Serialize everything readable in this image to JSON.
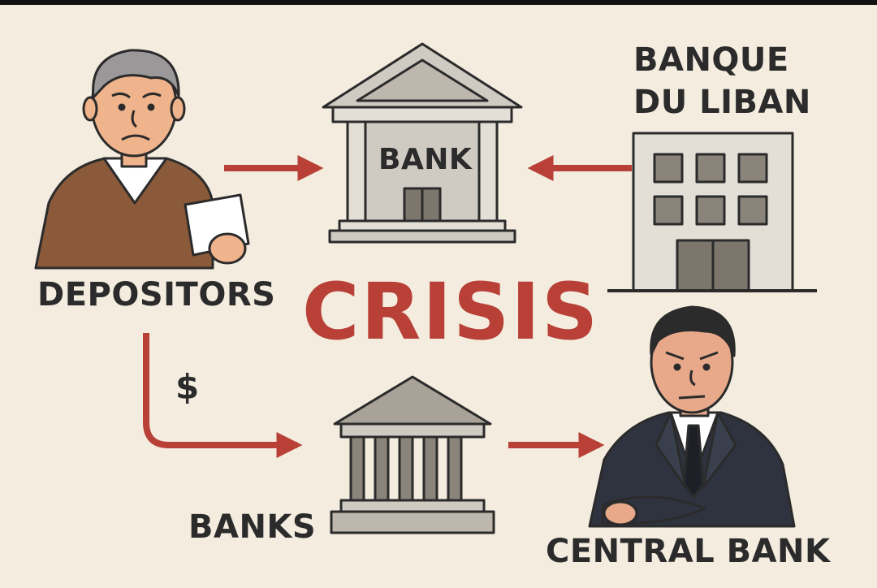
{
  "labels": {
    "depositors": "DEPOSITORS",
    "banque_line1": "BANQUE",
    "banque_line2": "DU LIBAN",
    "bank_sign": "BANK",
    "crisis": "CRISIS",
    "dollar": "$",
    "banks": "BANKS",
    "central_bank": "CENTRAL BANK"
  },
  "colors": {
    "background": "#f3ecdf",
    "arrow": "#b84036",
    "crisis_text": "#b84036",
    "text": "#2b2b2b",
    "sweater": "#8a5a3a",
    "suit": "#2f3340",
    "building_stone": "#cfcac2",
    "building_dark": "#7c766d"
  },
  "icons": [
    "worried-depositor-icon",
    "bank-building-icon",
    "banque-du-liban-building-icon",
    "banks-building-icon",
    "central-banker-icon"
  ]
}
